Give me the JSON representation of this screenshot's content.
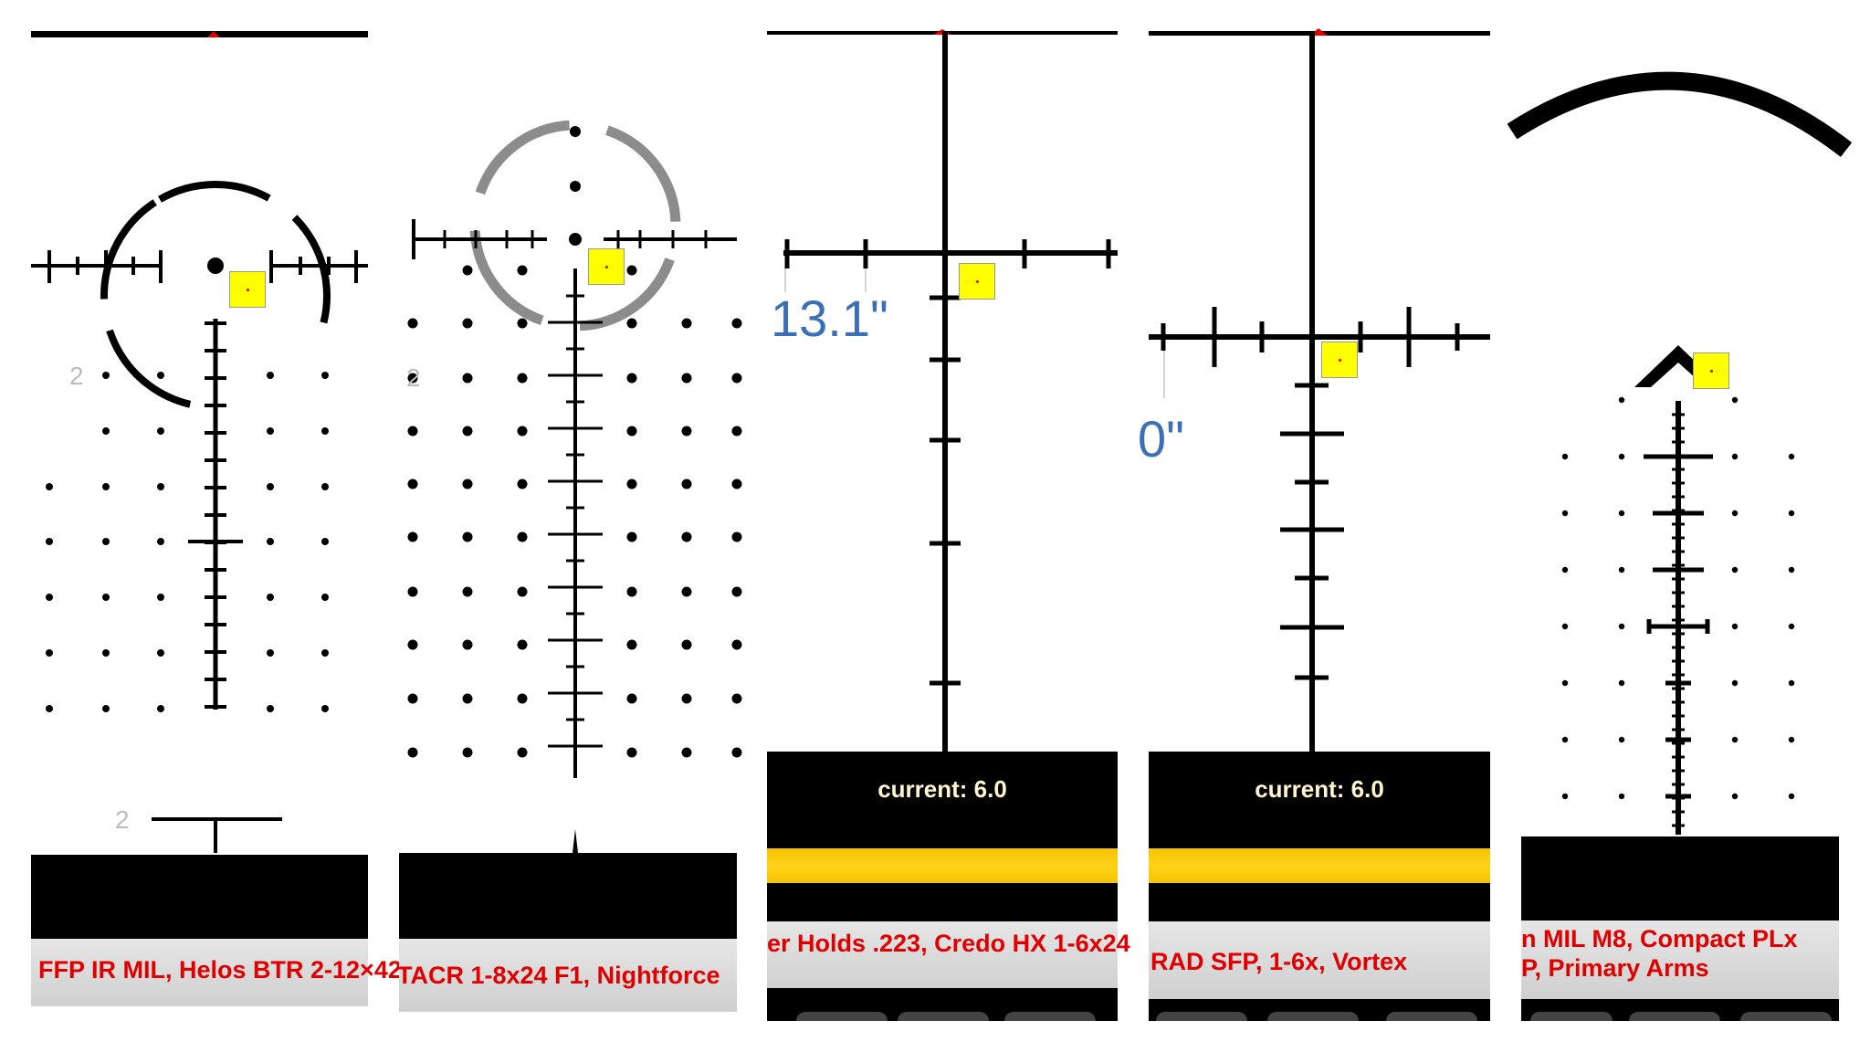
{
  "panels": [
    {
      "id": "p1",
      "title": "FFP IR MIL, Helos BTR 2-12×42",
      "mag_label": "2"
    },
    {
      "id": "p2",
      "title": "TACR 1-8x24 F1, Nightforce",
      "mag_label": "2"
    },
    {
      "id": "p3",
      "title": "er Holds .223, Credo HX 1-6x24",
      "distance": "13.1\"",
      "current": "current: 6.0"
    },
    {
      "id": "p4",
      "title": "RAD SFP, 1-6x, Vortex",
      "distance": "0\"",
      "current": "current: 6.0"
    },
    {
      "id": "p5",
      "title_line1": "n MIL M8, Compact PLx",
      "title_line2": "P, Primary Arms"
    }
  ],
  "colors": {
    "title": "#e00000",
    "distance": "#3b6fb6",
    "marker": "#ffff00",
    "slider": "#ffc800"
  },
  "icons": {
    "marker": "yellow-aim-marker",
    "top_indicator": "red-triangle-icon"
  }
}
